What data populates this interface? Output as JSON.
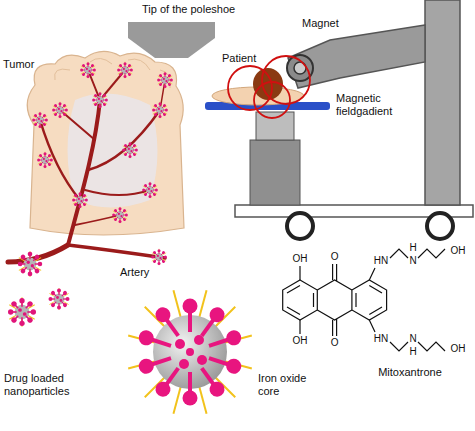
{
  "diagram": {
    "labels": [
      "Tip of the poleshoe",
      "Magnet",
      "Tumor",
      "Patient",
      "Magnetic fieldgadient",
      "Artery",
      "OH",
      "O",
      "HN",
      "H",
      "N",
      "OH",
      "OH",
      "O",
      "HN",
      "N",
      "H",
      "OH",
      "Mitoxantrone",
      "Drug loaded nanoparticles",
      "Iron oxide core"
    ]
  }
}
